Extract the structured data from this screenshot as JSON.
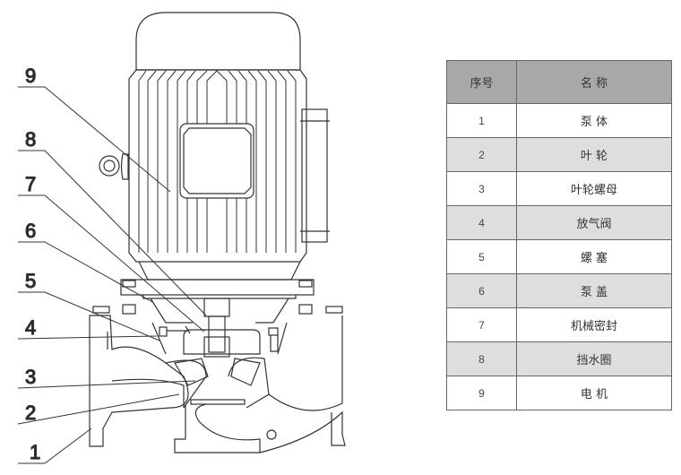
{
  "diagram": {
    "title": "Vertical inline pump cross-section",
    "callouts": [
      "1",
      "2",
      "3",
      "4",
      "5",
      "6",
      "7",
      "8",
      "9"
    ]
  },
  "table": {
    "headers": [
      "序号",
      "名 称"
    ],
    "rows": [
      {
        "no": "1",
        "name": "泵 体"
      },
      {
        "no": "2",
        "name": "叶 轮"
      },
      {
        "no": "3",
        "name": "叶轮螺母"
      },
      {
        "no": "4",
        "name": "放气阀"
      },
      {
        "no": "5",
        "name": "螺 塞"
      },
      {
        "no": "6",
        "name": "泵 盖"
      },
      {
        "no": "7",
        "name": "机械密封"
      },
      {
        "no": "8",
        "name": "挡水圈"
      },
      {
        "no": "9",
        "name": "电 机"
      }
    ]
  },
  "colors": {
    "header_bg": "#a8a8a8",
    "shade_row": "#dedede",
    "line": "#333333"
  }
}
